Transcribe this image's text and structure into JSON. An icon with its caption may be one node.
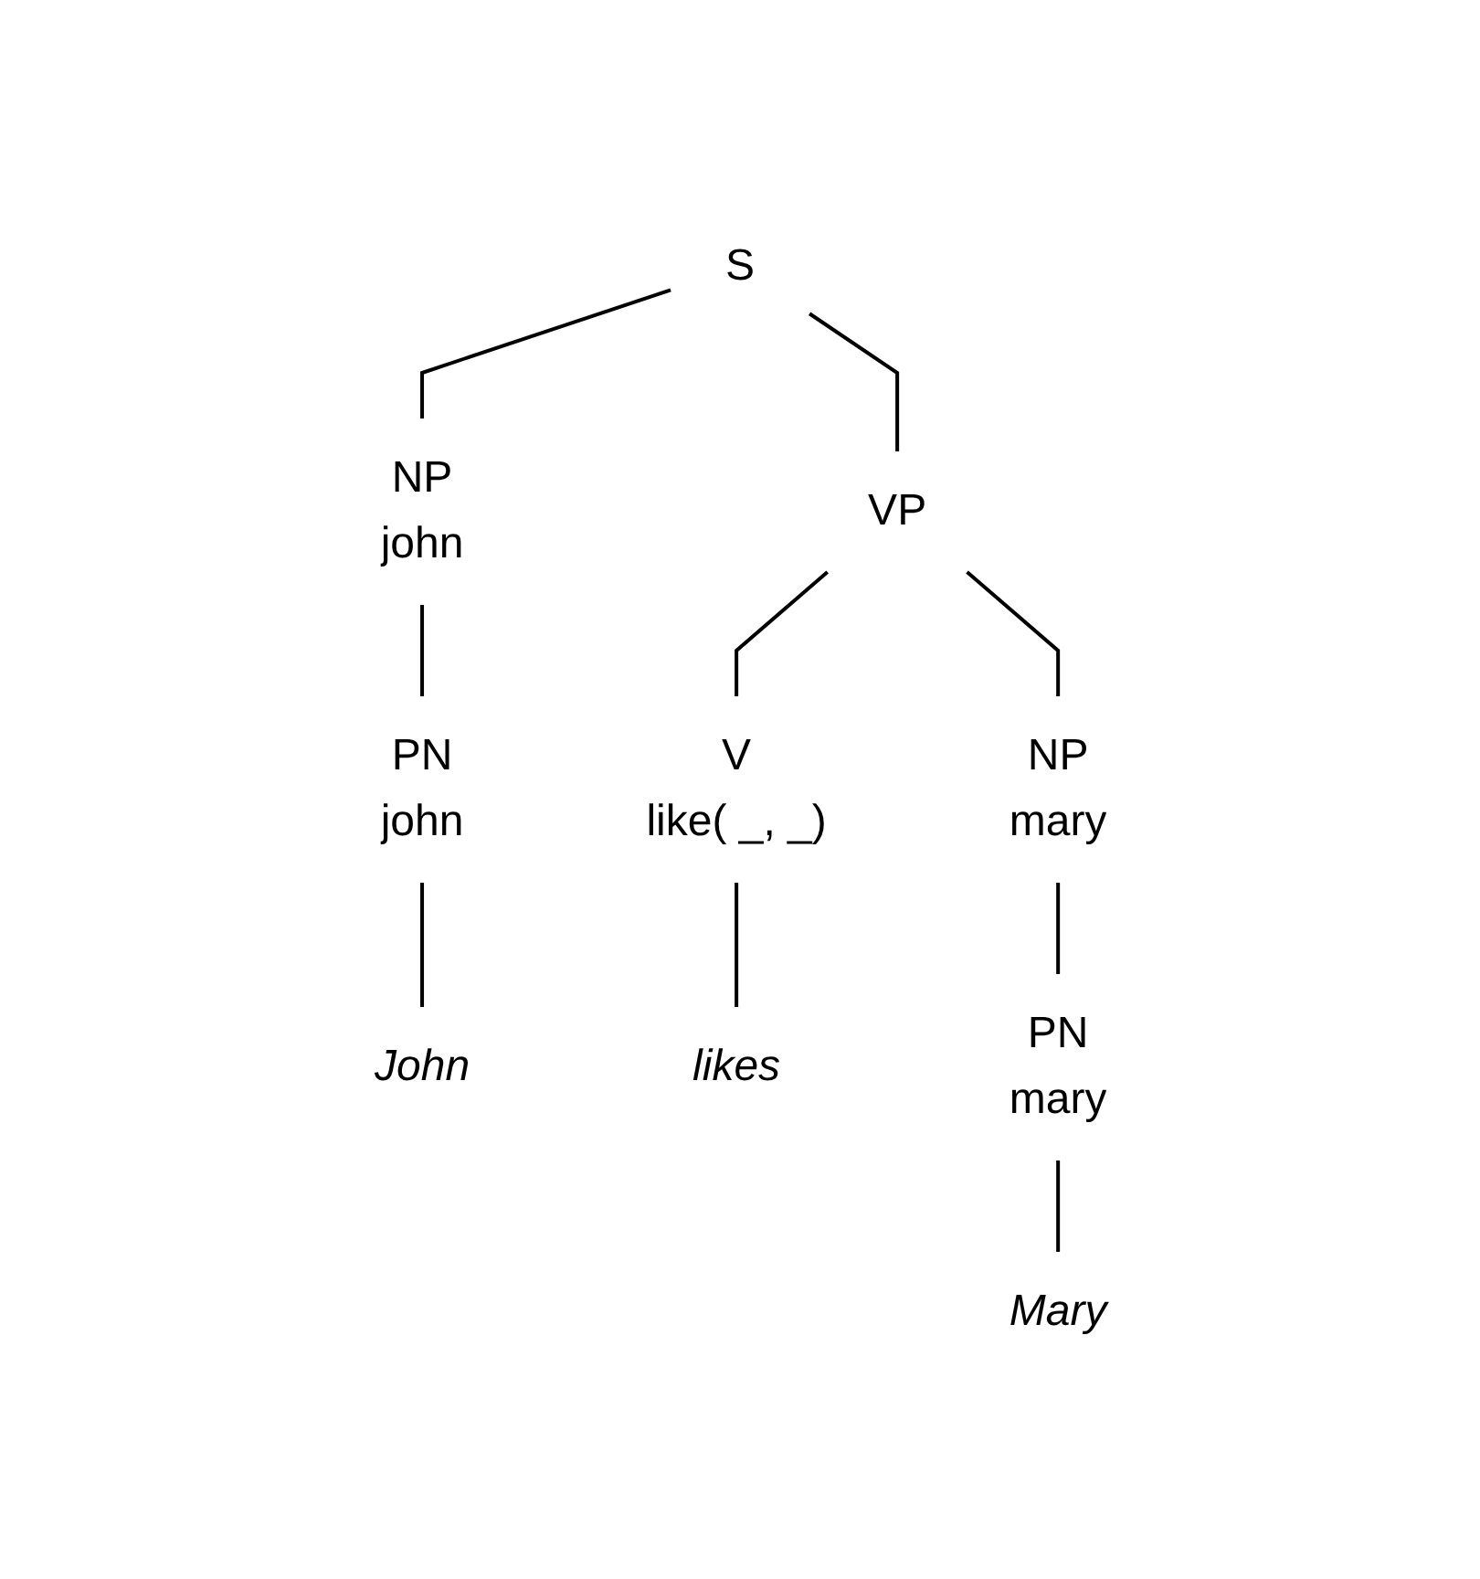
{
  "diagram": {
    "nodes": [
      {
        "text": [
          "S"
        ]
      },
      {
        "text": [
          "NP",
          "john"
        ]
      },
      {
        "text": [
          "VP"
        ]
      },
      {
        "text": [
          "PN",
          "john"
        ]
      },
      {
        "text": [
          "V",
          "like( _, _)"
        ]
      },
      {
        "text": [
          "NP",
          "mary"
        ]
      },
      {
        "text": [
          "John"
        ]
      },
      {
        "text": [
          "likes"
        ]
      },
      {
        "text": [
          "PN",
          "mary"
        ]
      },
      {
        "text": [
          "Mary"
        ]
      }
    ],
    "edges": [
      {
        "from": 0,
        "to": 1,
        "arrow": "none"
      },
      {
        "from": 0,
        "to": 2,
        "arrow": "none"
      },
      {
        "from": 1,
        "to": 3,
        "arrow": "none"
      },
      {
        "from": 2,
        "to": 4,
        "arrow": "none"
      },
      {
        "from": 2,
        "to": 5,
        "arrow": "none"
      },
      {
        "from": 3,
        "to": 6,
        "arrow": "none"
      },
      {
        "from": 4,
        "to": 7,
        "arrow": "none"
      },
      {
        "from": 5,
        "to": 8,
        "arrow": "none"
      },
      {
        "from": 8,
        "to": 9,
        "arrow": "none"
      }
    ]
  }
}
